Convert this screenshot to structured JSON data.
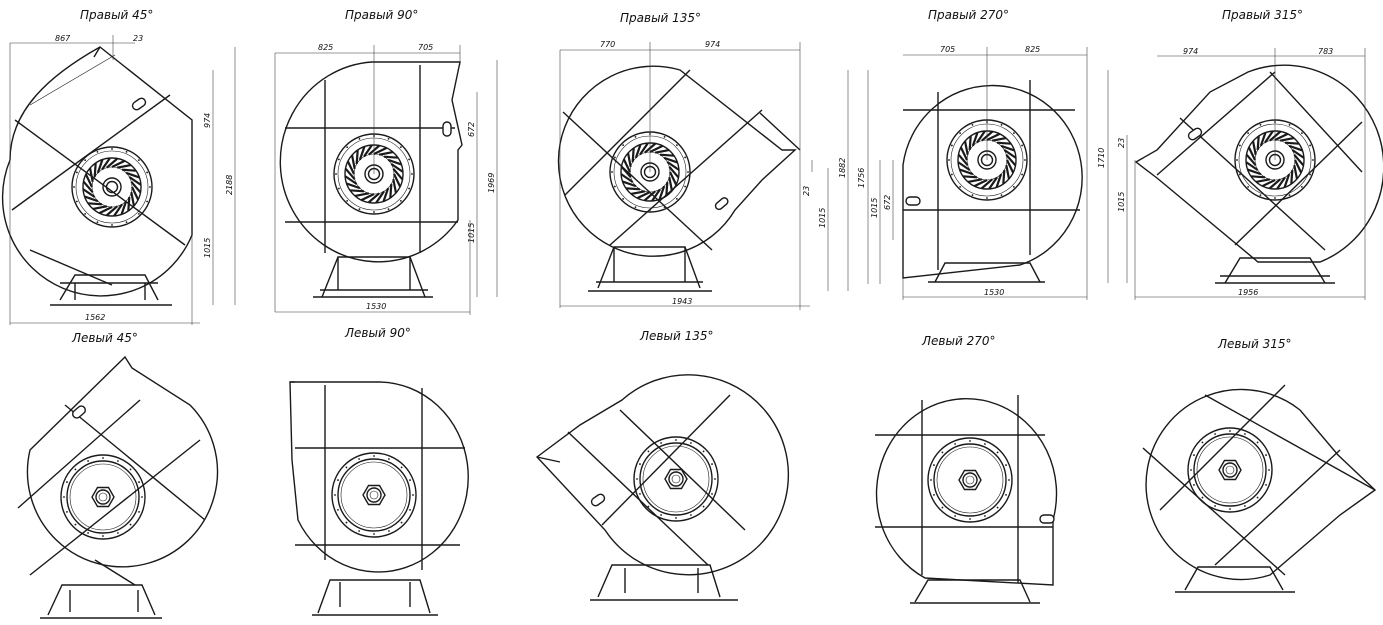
{
  "views": [
    {
      "id": "r45",
      "label": "Правый 45°",
      "dims": {
        "w1": "867",
        "w2": "23",
        "h_top": "974",
        "h_total": "2188",
        "h_axis": "1015",
        "base": "1562"
      }
    },
    {
      "id": "r90",
      "label": "Правый 90°",
      "dims": {
        "w1": "825",
        "w2": "705",
        "h_outlet": "672",
        "h_total": "1969",
        "h_axis": "1015",
        "base": "1530"
      }
    },
    {
      "id": "r135",
      "label": "Правый 135°",
      "dims": {
        "w1": "770",
        "w2": "974",
        "h_off": "23",
        "h_total": "1882",
        "h_axis": "1015",
        "base": "1943"
      }
    },
    {
      "id": "r270",
      "label": "Правый 270°",
      "dims": {
        "w1": "705",
        "w2": "825",
        "h_total": "1756",
        "h_axis": "1015",
        "h_outlet": "672",
        "base": "1530"
      }
    },
    {
      "id": "r315",
      "label": "Правый 315°",
      "dims": {
        "w1": "974",
        "w2": "783",
        "h_total": "1710",
        "h_off": "23",
        "h_axis": "1015",
        "base": "1956"
      }
    },
    {
      "id": "l45",
      "label": "Левый 45°"
    },
    {
      "id": "l90",
      "label": "Левый 90°"
    },
    {
      "id": "l135",
      "label": "Левый 135°"
    },
    {
      "id": "l270",
      "label": "Левый 270°"
    },
    {
      "id": "l315",
      "label": "Левый 315°"
    }
  ]
}
